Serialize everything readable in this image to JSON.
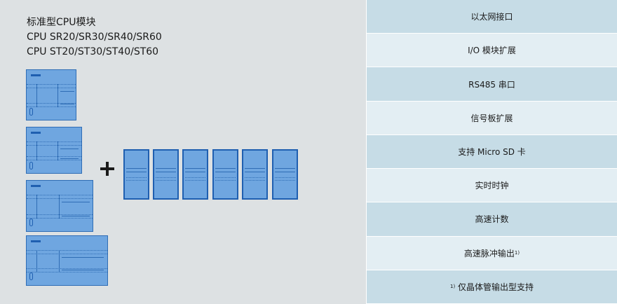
{
  "title": {
    "line1": "标准型CPU模块",
    "line2": "CPU SR20/SR30/SR40/SR60",
    "line3": "CPU ST20/ST30/ST40/ST60"
  },
  "features": [
    {
      "label": "以太网接口",
      "pre": "",
      "sup": ""
    },
    {
      "label": "I/O 模块扩展",
      "pre": "",
      "sup": ""
    },
    {
      "label": "RS485 串口",
      "pre": "",
      "sup": ""
    },
    {
      "label": "信号板扩展",
      "pre": "",
      "sup": ""
    },
    {
      "label": "支持 Micro SD 卡",
      "pre": "",
      "sup": ""
    },
    {
      "label": "实时时钟",
      "pre": "",
      "sup": ""
    },
    {
      "label": "高速计数",
      "pre": "",
      "sup": ""
    },
    {
      "label": "高速脉冲输出",
      "pre": "",
      "sup": "1)"
    },
    {
      "label": "仅晶体管输出型支持",
      "pre": "1)",
      "sup": ""
    }
  ],
  "colors": {
    "module_fill": "#6fa6e0",
    "module_outline": "#1f5fb0",
    "row_dark": "#c6dce6",
    "row_light": "#e3eef3",
    "panel_bg": "#dde1e3"
  },
  "icons": [
    "cpu-module-icon",
    "expansion-module-icon",
    "plus-icon"
  ]
}
